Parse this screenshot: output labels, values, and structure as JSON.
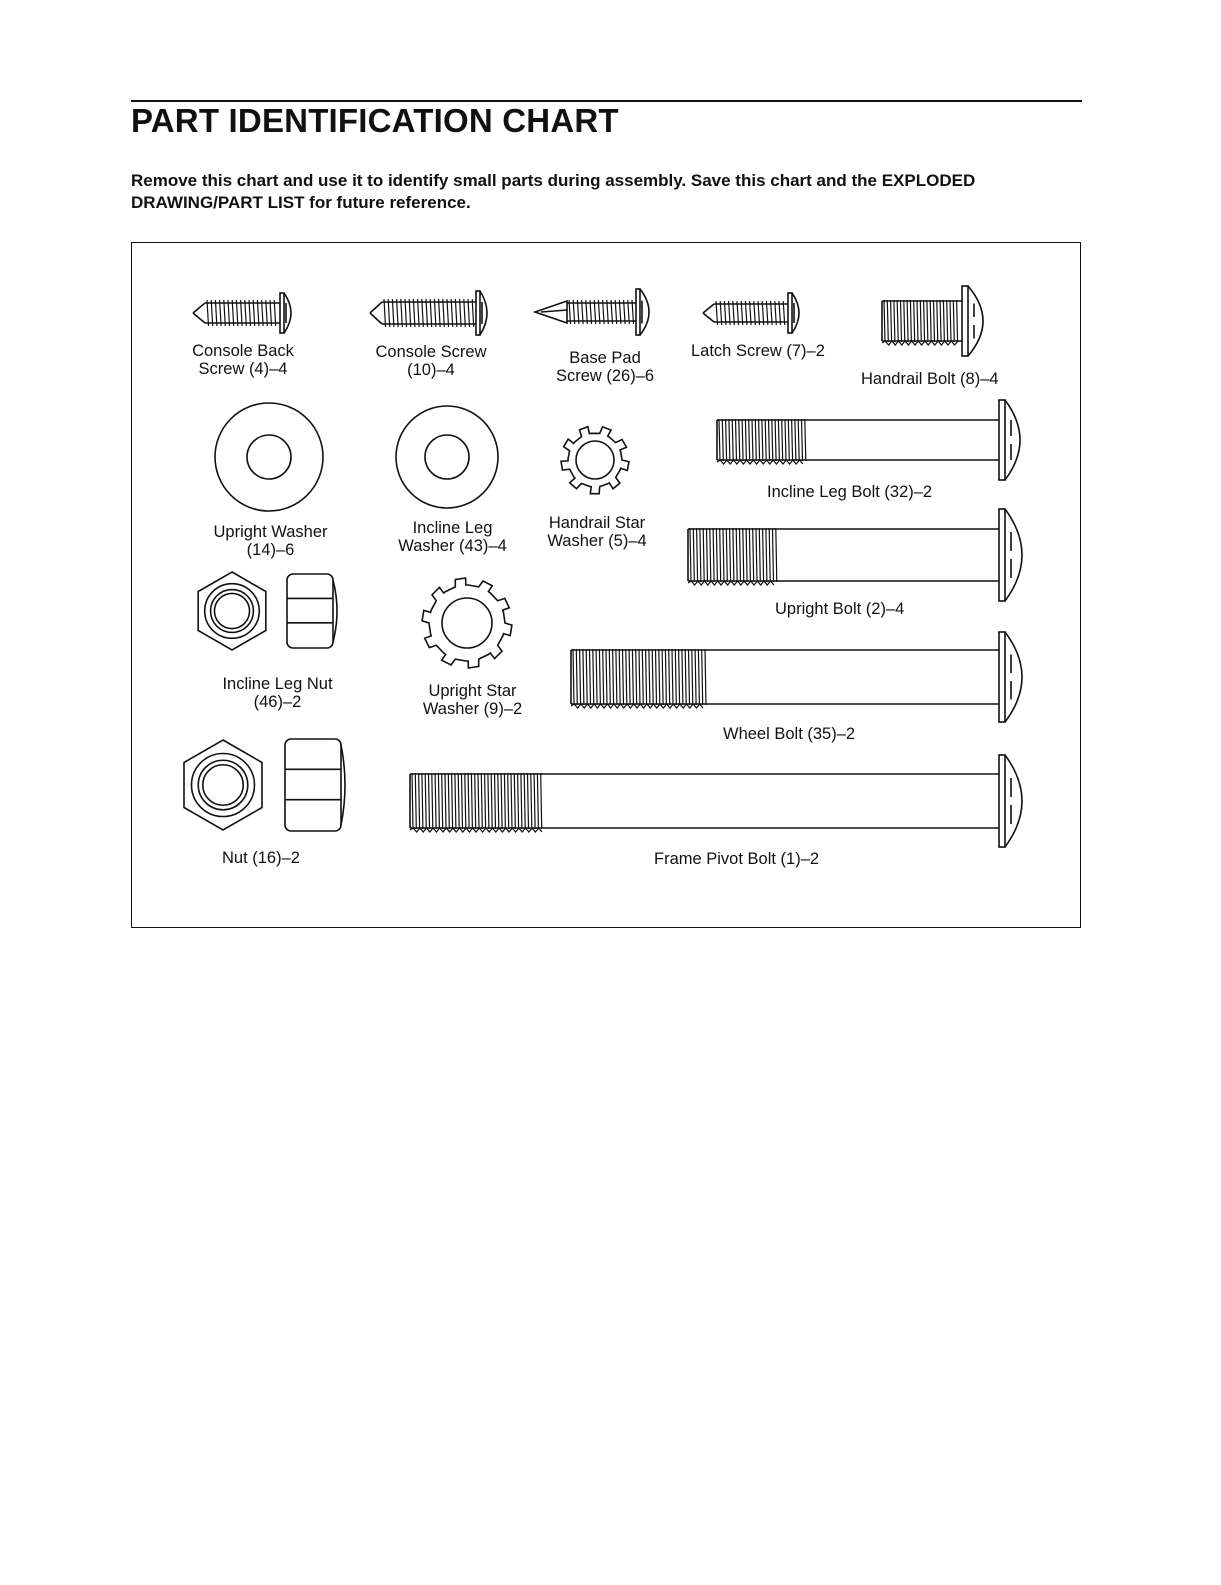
{
  "header": {
    "title": "PART IDENTIFICATION CHART",
    "intro_line1": "Remove this chart and use it to identify small parts during assembly. Save this chart and the EXPLODED",
    "intro_line2": "DRAWING/PART LIST for future reference."
  },
  "parts": {
    "console_back_screw": {
      "line1": "Console Back",
      "line2": "Screw (4)–4"
    },
    "console_screw": {
      "line1": "Console Screw",
      "line2": "(10)–4"
    },
    "base_pad_screw": {
      "line1": "Base Pad",
      "line2": "Screw (26)–6"
    },
    "latch_screw": {
      "line1": "Latch Screw (7)–2"
    },
    "handrail_bolt": {
      "line1": "Handrail Bolt (8)–4"
    },
    "upright_washer": {
      "line1": "Upright Washer",
      "line2": "(14)–6"
    },
    "incline_leg_washer": {
      "line1": "Incline Leg",
      "line2": "Washer (43)–4"
    },
    "handrail_star_washer": {
      "line1": "Handrail Star",
      "line2": "Washer (5)–4"
    },
    "incline_leg_bolt": {
      "line1": "Incline Leg Bolt (32)–2"
    },
    "upright_bolt": {
      "line1": "Upright Bolt (2)–4"
    },
    "incline_leg_nut": {
      "line1": "Incline Leg Nut",
      "line2": "(46)–2"
    },
    "upright_star_washer": {
      "line1": "Upright Star",
      "line2": "Washer (9)–2"
    },
    "wheel_bolt": {
      "line1": "Wheel Bolt (35)–2"
    },
    "nut": {
      "line1": "Nut (16)–2"
    },
    "frame_pivot_bolt": {
      "line1": "Frame Pivot Bolt (1)–2"
    }
  },
  "icons": {
    "screw": "screw-icon",
    "bolt": "bolt-icon",
    "washer": "washer-icon",
    "star_washer": "star-washer-icon",
    "nut": "hex-nut-icon"
  }
}
